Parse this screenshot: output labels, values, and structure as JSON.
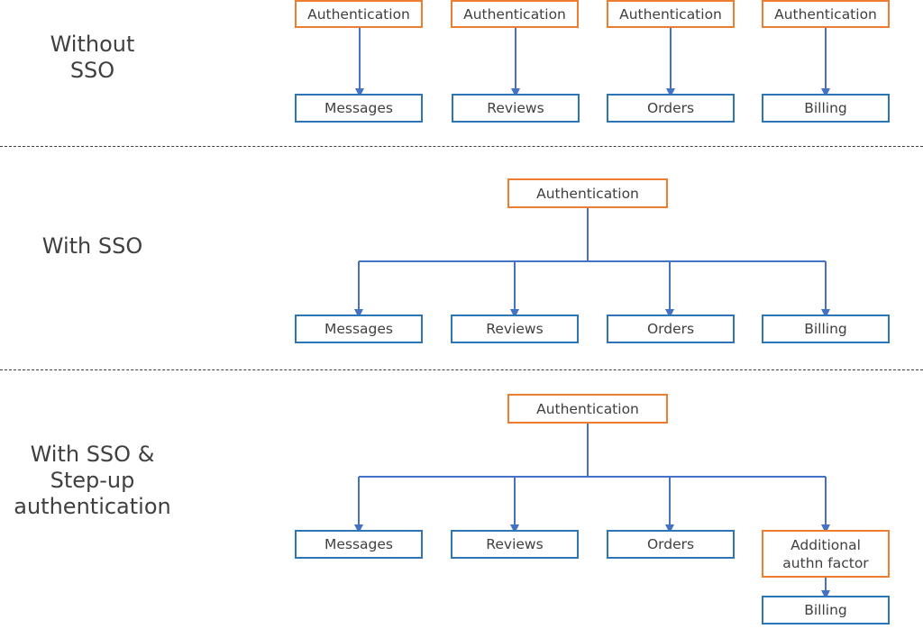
{
  "sections": {
    "without_sso": {
      "label": "Without\nSSO",
      "auth_boxes": [
        "Authentication",
        "Authentication",
        "Authentication",
        "Authentication"
      ],
      "services": [
        "Messages",
        "Reviews",
        "Orders",
        "Billing"
      ]
    },
    "with_sso": {
      "label": "With SSO",
      "auth_box": "Authentication",
      "services": [
        "Messages",
        "Reviews",
        "Orders",
        "Billing"
      ]
    },
    "with_stepup": {
      "label": "With SSO &\nStep-up\nauthentication",
      "auth_box": "Authentication",
      "services": [
        "Messages",
        "Reviews",
        "Orders"
      ],
      "stepup_box": "Additional\nauthn factor",
      "stepup_target": "Billing"
    }
  },
  "colors": {
    "auth_border": "#ED7D31",
    "service_border": "#2E75B6",
    "arrow": "#4472C4",
    "text": "#404040",
    "divider": "#404040"
  }
}
